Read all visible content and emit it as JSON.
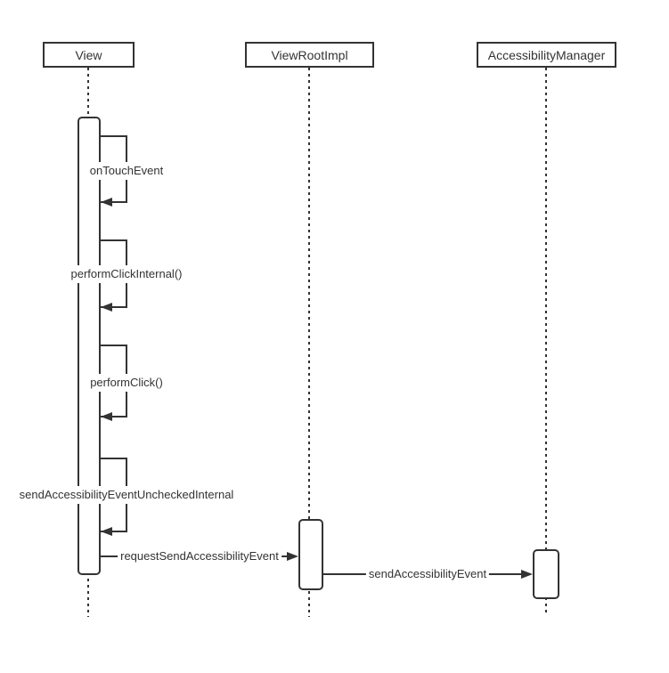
{
  "diagram": {
    "type": "uml-sequence",
    "participants": [
      {
        "name": "View"
      },
      {
        "name": "ViewRootImpl"
      },
      {
        "name": "AccessibilityManager"
      }
    ],
    "self_messages": [
      {
        "actor": "View",
        "label": "onTouchEvent"
      },
      {
        "actor": "View",
        "label": "performClickInternal()"
      },
      {
        "actor": "View",
        "label": "performClick()"
      },
      {
        "actor": "View",
        "label": "sendAccessibilityEventUncheckedInternal"
      }
    ],
    "messages": [
      {
        "from": "View",
        "to": "ViewRootImpl",
        "label": "requestSendAccessibilityEvent"
      },
      {
        "from": "ViewRootImpl",
        "to": "AccessibilityManager",
        "label": "sendAccessibilityEvent"
      }
    ],
    "colors": {
      "line": "#333333",
      "text": "#333333",
      "fill": "#ffffff",
      "background": "#ffffff"
    }
  }
}
